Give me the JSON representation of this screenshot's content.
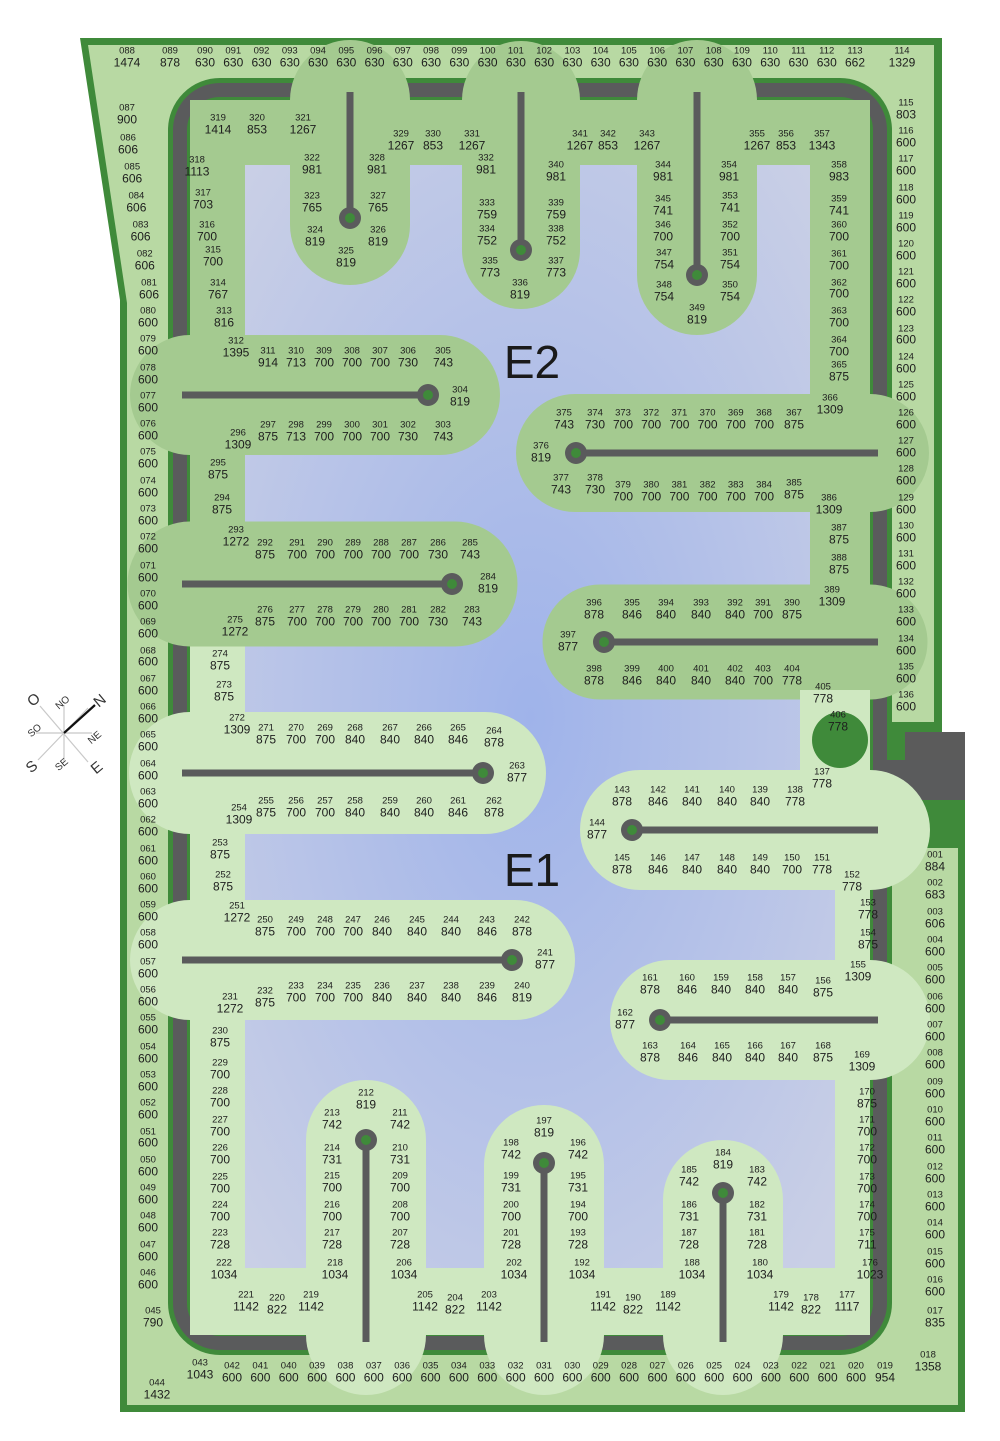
{
  "zones": {
    "e1": "E1",
    "e2": "E2"
  },
  "compass": {
    "n": "N",
    "ne": "NE",
    "e": "E",
    "se": "SE",
    "s": "S",
    "so": "SO",
    "o": "O",
    "no": "NO"
  },
  "colors": {
    "border": "#3f8a3a",
    "perimeter_lot": "#b8d9a3",
    "e2_lot": "#a4ca90",
    "e1_lot": "#cfe8c1",
    "road": "#5a5b5c",
    "lake": "#c3cbe6"
  },
  "lots": [
    [
      "001",
      "884"
    ],
    [
      "002",
      "683"
    ],
    [
      "003",
      "606"
    ],
    [
      "004",
      "600"
    ],
    [
      "005",
      "600"
    ],
    [
      "006",
      "600"
    ],
    [
      "007",
      "600"
    ],
    [
      "008",
      "600"
    ],
    [
      "009",
      "600"
    ],
    [
      "010",
      "600"
    ],
    [
      "011",
      "600"
    ],
    [
      "012",
      "600"
    ],
    [
      "013",
      "600"
    ],
    [
      "014",
      "600"
    ],
    [
      "015",
      "600"
    ],
    [
      "016",
      "600"
    ],
    [
      "017",
      "835"
    ],
    [
      "018",
      "1358"
    ],
    [
      "019",
      "954"
    ],
    [
      "020",
      "600"
    ],
    [
      "021",
      "600"
    ],
    [
      "022",
      "600"
    ],
    [
      "023",
      "600"
    ],
    [
      "024",
      "600"
    ],
    [
      "025",
      "600"
    ],
    [
      "026",
      "600"
    ],
    [
      "027",
      "600"
    ],
    [
      "028",
      "600"
    ],
    [
      "029",
      "600"
    ],
    [
      "030",
      "600"
    ],
    [
      "031",
      "600"
    ],
    [
      "032",
      "600"
    ],
    [
      "033",
      "600"
    ],
    [
      "034",
      "600"
    ],
    [
      "035",
      "600"
    ],
    [
      "036",
      "600"
    ],
    [
      "037",
      "600"
    ],
    [
      "038",
      "600"
    ],
    [
      "039",
      "600"
    ],
    [
      "040",
      "600"
    ],
    [
      "041",
      "600"
    ],
    [
      "042",
      "600"
    ],
    [
      "043",
      "1043"
    ],
    [
      "044",
      "1432"
    ],
    [
      "045",
      "790"
    ],
    [
      "046",
      "600"
    ],
    [
      "047",
      "600"
    ],
    [
      "048",
      "600"
    ],
    [
      "049",
      "600"
    ],
    [
      "050",
      "600"
    ],
    [
      "051",
      "600"
    ],
    [
      "052",
      "600"
    ],
    [
      "053",
      "600"
    ],
    [
      "054",
      "600"
    ],
    [
      "055",
      "600"
    ],
    [
      "056",
      "600"
    ],
    [
      "057",
      "600"
    ],
    [
      "058",
      "600"
    ],
    [
      "059",
      "600"
    ],
    [
      "060",
      "600"
    ],
    [
      "061",
      "600"
    ],
    [
      "062",
      "600"
    ],
    [
      "063",
      "600"
    ],
    [
      "064",
      "600"
    ],
    [
      "065",
      "600"
    ],
    [
      "066",
      "600"
    ],
    [
      "067",
      "600"
    ],
    [
      "068",
      "600"
    ],
    [
      "069",
      "600"
    ],
    [
      "070",
      "600"
    ],
    [
      "071",
      "600"
    ],
    [
      "072",
      "600"
    ],
    [
      "073",
      "600"
    ],
    [
      "074",
      "600"
    ],
    [
      "075",
      "600"
    ],
    [
      "076",
      "600"
    ],
    [
      "077",
      "600"
    ],
    [
      "078",
      "600"
    ],
    [
      "079",
      "600"
    ],
    [
      "080",
      "600"
    ],
    [
      "081",
      "606"
    ],
    [
      "082",
      "606"
    ],
    [
      "083",
      "606"
    ],
    [
      "084",
      "606"
    ],
    [
      "085",
      "606"
    ],
    [
      "086",
      "606"
    ],
    [
      "087",
      "900"
    ],
    [
      "088",
      "1474"
    ],
    [
      "089",
      "878"
    ],
    [
      "090",
      "630"
    ],
    [
      "091",
      "630"
    ],
    [
      "092",
      "630"
    ],
    [
      "093",
      "630"
    ],
    [
      "094",
      "630"
    ],
    [
      "095",
      "630"
    ],
    [
      "096",
      "630"
    ],
    [
      "097",
      "630"
    ],
    [
      "098",
      "630"
    ],
    [
      "099",
      "630"
    ],
    [
      "100",
      "630"
    ],
    [
      "101",
      "630"
    ],
    [
      "102",
      "630"
    ],
    [
      "103",
      "630"
    ],
    [
      "104",
      "630"
    ],
    [
      "105",
      "630"
    ],
    [
      "106",
      "630"
    ],
    [
      "107",
      "630"
    ],
    [
      "108",
      "630"
    ],
    [
      "109",
      "630"
    ],
    [
      "110",
      "630"
    ],
    [
      "111",
      "630"
    ],
    [
      "112",
      "630"
    ],
    [
      "113",
      "662"
    ],
    [
      "114",
      "1329"
    ],
    [
      "115",
      "803"
    ],
    [
      "116",
      "600"
    ],
    [
      "117",
      "600"
    ],
    [
      "118",
      "600"
    ],
    [
      "119",
      "600"
    ],
    [
      "120",
      "600"
    ],
    [
      "121",
      "600"
    ],
    [
      "122",
      "600"
    ],
    [
      "123",
      "600"
    ],
    [
      "124",
      "600"
    ],
    [
      "125",
      "600"
    ],
    [
      "126",
      "600"
    ],
    [
      "127",
      "600"
    ],
    [
      "128",
      "600"
    ],
    [
      "129",
      "600"
    ],
    [
      "130",
      "600"
    ],
    [
      "131",
      "600"
    ],
    [
      "132",
      "600"
    ],
    [
      "133",
      "600"
    ],
    [
      "134",
      "600"
    ],
    [
      "135",
      "600"
    ],
    [
      "136",
      "600"
    ],
    [
      "137",
      "778"
    ],
    [
      "138",
      "778"
    ],
    [
      "139",
      "840"
    ],
    [
      "140",
      "840"
    ],
    [
      "141",
      "840"
    ],
    [
      "142",
      "846"
    ],
    [
      "143",
      "878"
    ],
    [
      "144",
      "877"
    ],
    [
      "145",
      "878"
    ],
    [
      "146",
      "846"
    ],
    [
      "147",
      "840"
    ],
    [
      "148",
      "840"
    ],
    [
      "149",
      "840"
    ],
    [
      "150",
      "700"
    ],
    [
      "151",
      "778"
    ],
    [
      "152",
      "778"
    ],
    [
      "153",
      "778"
    ],
    [
      "154",
      "875"
    ],
    [
      "155",
      "1309"
    ],
    [
      "156",
      "875"
    ],
    [
      "157",
      "840"
    ],
    [
      "158",
      "840"
    ],
    [
      "159",
      "840"
    ],
    [
      "160",
      "846"
    ],
    [
      "161",
      "878"
    ],
    [
      "162",
      "877"
    ],
    [
      "163",
      "878"
    ],
    [
      "164",
      "846"
    ],
    [
      "165",
      "840"
    ],
    [
      "166",
      "840"
    ],
    [
      "167",
      "840"
    ],
    [
      "168",
      "875"
    ],
    [
      "169",
      "1309"
    ],
    [
      "170",
      "875"
    ],
    [
      "171",
      "700"
    ],
    [
      "172",
      "700"
    ],
    [
      "173",
      "700"
    ],
    [
      "174",
      "700"
    ],
    [
      "175",
      "711"
    ],
    [
      "176",
      "1023"
    ],
    [
      "177",
      "1117"
    ],
    [
      "178",
      "822"
    ],
    [
      "179",
      "1142"
    ],
    [
      "180",
      "1034"
    ],
    [
      "181",
      "728"
    ],
    [
      "182",
      "731"
    ],
    [
      "183",
      "742"
    ],
    [
      "184",
      "819"
    ],
    [
      "185",
      "742"
    ],
    [
      "186",
      "731"
    ],
    [
      "187",
      "728"
    ],
    [
      "188",
      "1034"
    ],
    [
      "189",
      "1142"
    ],
    [
      "190",
      "822"
    ],
    [
      "191",
      "1142"
    ],
    [
      "192",
      "1034"
    ],
    [
      "193",
      "728"
    ],
    [
      "194",
      "700"
    ],
    [
      "195",
      "731"
    ],
    [
      "196",
      "742"
    ],
    [
      "197",
      "819"
    ],
    [
      "198",
      "742"
    ],
    [
      "199",
      "731"
    ],
    [
      "200",
      "700"
    ],
    [
      "201",
      "728"
    ],
    [
      "202",
      "1034"
    ],
    [
      "203",
      "1142"
    ],
    [
      "204",
      "822"
    ],
    [
      "205",
      "1142"
    ],
    [
      "206",
      "1034"
    ],
    [
      "207",
      "728"
    ],
    [
      "208",
      "700"
    ],
    [
      "209",
      "700"
    ],
    [
      "210",
      "731"
    ],
    [
      "211",
      "742"
    ],
    [
      "212",
      "819"
    ],
    [
      "213",
      "742"
    ],
    [
      "214",
      "731"
    ],
    [
      "215",
      "700"
    ],
    [
      "216",
      "700"
    ],
    [
      "217",
      "728"
    ],
    [
      "218",
      "1034"
    ],
    [
      "219",
      "1142"
    ],
    [
      "220",
      "822"
    ],
    [
      "221",
      "1142"
    ],
    [
      "222",
      "1034"
    ],
    [
      "223",
      "728"
    ],
    [
      "224",
      "700"
    ],
    [
      "225",
      "700"
    ],
    [
      "226",
      "700"
    ],
    [
      "227",
      "700"
    ],
    [
      "228",
      "700"
    ],
    [
      "229",
      "700"
    ],
    [
      "230",
      "875"
    ],
    [
      "231",
      "1272"
    ],
    [
      "232",
      "875"
    ],
    [
      "233",
      "700"
    ],
    [
      "234",
      "700"
    ],
    [
      "235",
      "700"
    ],
    [
      "236",
      "840"
    ],
    [
      "237",
      "840"
    ],
    [
      "238",
      "840"
    ],
    [
      "239",
      "846"
    ],
    [
      "240",
      "819"
    ],
    [
      "241",
      "877"
    ],
    [
      "242",
      "878"
    ],
    [
      "243",
      "846"
    ],
    [
      "244",
      "840"
    ],
    [
      "245",
      "840"
    ],
    [
      "246",
      "840"
    ],
    [
      "247",
      "700"
    ],
    [
      "248",
      "700"
    ],
    [
      "249",
      "700"
    ],
    [
      "250",
      "875"
    ],
    [
      "251",
      "1272"
    ],
    [
      "252",
      "875"
    ],
    [
      "253",
      "875"
    ],
    [
      "254",
      "1309"
    ],
    [
      "255",
      "875"
    ],
    [
      "256",
      "700"
    ],
    [
      "257",
      "700"
    ],
    [
      "258",
      "840"
    ],
    [
      "259",
      "840"
    ],
    [
      "260",
      "840"
    ],
    [
      "261",
      "846"
    ],
    [
      "262",
      "878"
    ],
    [
      "263",
      "877"
    ],
    [
      "264",
      "878"
    ],
    [
      "265",
      "846"
    ],
    [
      "266",
      "840"
    ],
    [
      "267",
      "840"
    ],
    [
      "268",
      "840"
    ],
    [
      "269",
      "700"
    ],
    [
      "270",
      "700"
    ],
    [
      "271",
      "875"
    ],
    [
      "272",
      "1309"
    ],
    [
      "273",
      "875"
    ],
    [
      "274",
      "875"
    ],
    [
      "275",
      "1272"
    ],
    [
      "276",
      "875"
    ],
    [
      "277",
      "700"
    ],
    [
      "278",
      "700"
    ],
    [
      "279",
      "700"
    ],
    [
      "280",
      "700"
    ],
    [
      "281",
      "700"
    ],
    [
      "282",
      "730"
    ],
    [
      "283",
      "743"
    ],
    [
      "284",
      "819"
    ],
    [
      "285",
      "743"
    ],
    [
      "286",
      "730"
    ],
    [
      "287",
      "700"
    ],
    [
      "288",
      "700"
    ],
    [
      "289",
      "700"
    ],
    [
      "290",
      "700"
    ],
    [
      "291",
      "700"
    ],
    [
      "292",
      "875"
    ],
    [
      "293",
      "1272"
    ],
    [
      "294",
      "875"
    ],
    [
      "295",
      "875"
    ],
    [
      "296",
      "1309"
    ],
    [
      "297",
      "875"
    ],
    [
      "298",
      "713"
    ],
    [
      "299",
      "700"
    ],
    [
      "300",
      "700"
    ],
    [
      "301",
      "700"
    ],
    [
      "302",
      "730"
    ],
    [
      "303",
      "743"
    ],
    [
      "304",
      "819"
    ],
    [
      "305",
      "743"
    ],
    [
      "306",
      "730"
    ],
    [
      "307",
      "700"
    ],
    [
      "308",
      "700"
    ],
    [
      "309",
      "700"
    ],
    [
      "310",
      "713"
    ],
    [
      "311",
      "914"
    ],
    [
      "312",
      "1395"
    ],
    [
      "313",
      "816"
    ],
    [
      "314",
      "767"
    ],
    [
      "315",
      "700"
    ],
    [
      "316",
      "700"
    ],
    [
      "317",
      "703"
    ],
    [
      "318",
      "1113"
    ],
    [
      "319",
      "1414"
    ],
    [
      "320",
      "853"
    ],
    [
      "321",
      "1267"
    ],
    [
      "322",
      "981"
    ],
    [
      "323",
      "765"
    ],
    [
      "324",
      "819"
    ],
    [
      "325",
      "819"
    ],
    [
      "326",
      "819"
    ],
    [
      "327",
      "765"
    ],
    [
      "328",
      "981"
    ],
    [
      "329",
      "1267"
    ],
    [
      "330",
      "853"
    ],
    [
      "331",
      "1267"
    ],
    [
      "332",
      "981"
    ],
    [
      "333",
      "759"
    ],
    [
      "334",
      "752"
    ],
    [
      "335",
      "773"
    ],
    [
      "336",
      "819"
    ],
    [
      "337",
      "773"
    ],
    [
      "338",
      "752"
    ],
    [
      "339",
      "759"
    ],
    [
      "340",
      "981"
    ],
    [
      "341",
      "1267"
    ],
    [
      "342",
      "853"
    ],
    [
      "343",
      "1267"
    ],
    [
      "344",
      "981"
    ],
    [
      "345",
      "741"
    ],
    [
      "346",
      "700"
    ],
    [
      "347",
      "754"
    ],
    [
      "348",
      "754"
    ],
    [
      "349",
      "819"
    ],
    [
      "350",
      "754"
    ],
    [
      "351",
      "754"
    ],
    [
      "352",
      "700"
    ],
    [
      "353",
      "741"
    ],
    [
      "354",
      "981"
    ],
    [
      "355",
      "1267"
    ],
    [
      "356",
      "853"
    ],
    [
      "357",
      "1343"
    ],
    [
      "358",
      "983"
    ],
    [
      "359",
      "741"
    ],
    [
      "360",
      "700"
    ],
    [
      "361",
      "700"
    ],
    [
      "362",
      "700"
    ],
    [
      "363",
      "700"
    ],
    [
      "364",
      "700"
    ],
    [
      "365",
      "875"
    ],
    [
      "366",
      "1309"
    ],
    [
      "367",
      "875"
    ],
    [
      "368",
      "700"
    ],
    [
      "369",
      "700"
    ],
    [
      "370",
      "700"
    ],
    [
      "371",
      "700"
    ],
    [
      "372",
      "700"
    ],
    [
      "373",
      "700"
    ],
    [
      "374",
      "730"
    ],
    [
      "375",
      "743"
    ],
    [
      "376",
      "819"
    ],
    [
      "377",
      "743"
    ],
    [
      "378",
      "730"
    ],
    [
      "379",
      "700"
    ],
    [
      "380",
      "700"
    ],
    [
      "381",
      "700"
    ],
    [
      "382",
      "700"
    ],
    [
      "383",
      "700"
    ],
    [
      "384",
      "700"
    ],
    [
      "385",
      "875"
    ],
    [
      "386",
      "1309"
    ],
    [
      "387",
      "875"
    ],
    [
      "388",
      "875"
    ],
    [
      "389",
      "1309"
    ],
    [
      "390",
      "875"
    ],
    [
      "391",
      "700"
    ],
    [
      "392",
      "840"
    ],
    [
      "393",
      "840"
    ],
    [
      "394",
      "840"
    ],
    [
      "395",
      "846"
    ],
    [
      "396",
      "878"
    ],
    [
      "397",
      "877"
    ],
    [
      "398",
      "878"
    ],
    [
      "399",
      "846"
    ],
    [
      "400",
      "840"
    ],
    [
      "401",
      "840"
    ],
    [
      "402",
      "840"
    ],
    [
      "403",
      "700"
    ],
    [
      "404",
      "778"
    ],
    [
      "405",
      "778"
    ],
    [
      "406",
      "778"
    ]
  ]
}
